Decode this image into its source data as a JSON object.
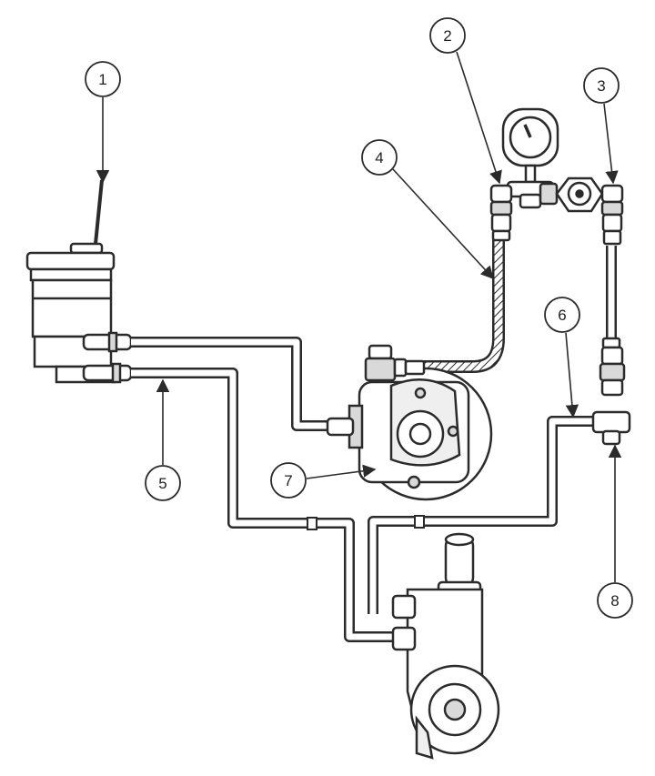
{
  "colors": {
    "ink": "#2b2b2b",
    "paper": "#ffffff",
    "shade": "#d9d9d9",
    "light": "#efefef"
  },
  "callouts": [
    {
      "id": "1",
      "label": "1"
    },
    {
      "id": "2",
      "label": "2"
    },
    {
      "id": "3",
      "label": "3"
    },
    {
      "id": "4",
      "label": "4"
    },
    {
      "id": "5",
      "label": "5"
    },
    {
      "id": "6",
      "label": "6"
    },
    {
      "id": "7",
      "label": "7"
    },
    {
      "id": "8",
      "label": "8"
    }
  ]
}
